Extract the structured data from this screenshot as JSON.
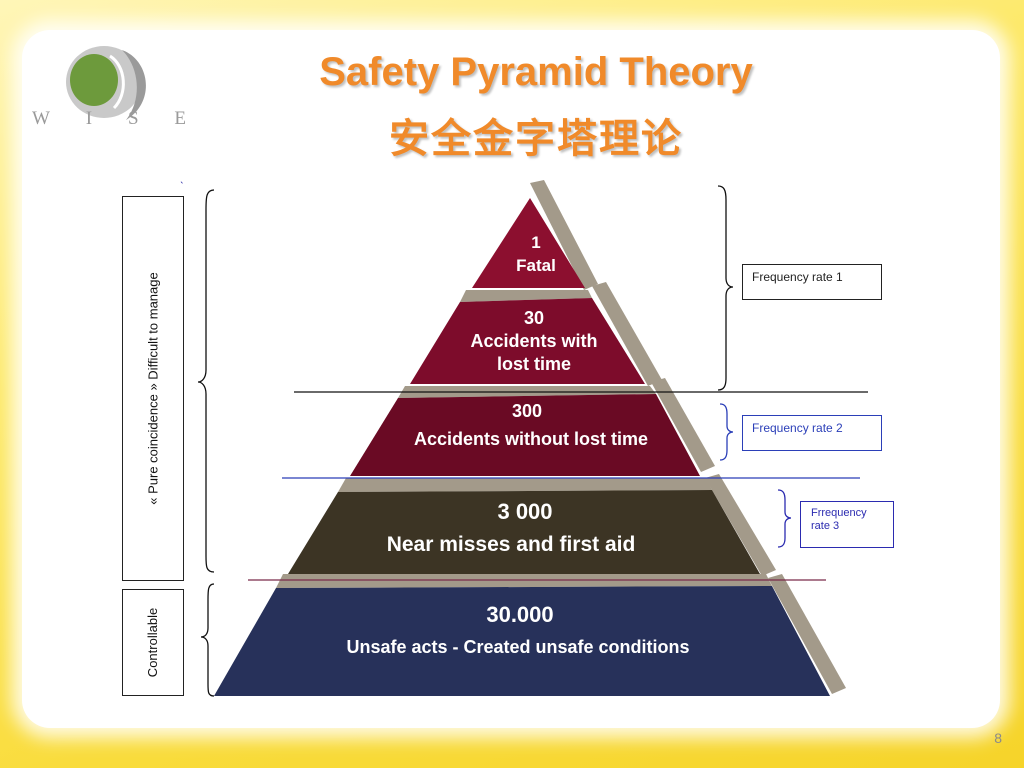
{
  "slide": {
    "title_en": "Safety Pyramid Theory",
    "title_zh": "安全金字塔理论",
    "page_number": "8",
    "mark": "ˎ"
  },
  "logo": {
    "letters": [
      "W",
      "I",
      "S",
      "E"
    ]
  },
  "pyramid": {
    "tiers": [
      {
        "number": "1",
        "label": "Fatal",
        "color": "#8c0f2f"
      },
      {
        "number": "30",
        "label_lines": [
          "Accidents with",
          "lost time"
        ],
        "color": "#7d0c2b"
      },
      {
        "number": "300",
        "label": "Accidents without lost time",
        "color": "#6a0a24"
      },
      {
        "number": "3 000",
        "label": "Near misses and first aid",
        "color": "#3c3424"
      },
      {
        "number": "30.000",
        "label": "Unsafe acts - Created unsafe conditions",
        "color": "#27315a"
      }
    ],
    "shadow_color": "#a39a8a"
  },
  "side_labels": {
    "difficult": "« Pure coincidence » Difficult to manage",
    "controllable": "Controllable"
  },
  "frequency_boxes": [
    {
      "lines": [
        "Frequency rate 1"
      ],
      "color": "#222222"
    },
    {
      "lines": [
        "Frequency rate 2"
      ],
      "color": "#2b3fb8"
    },
    {
      "lines": [
        "Frrequency",
        "rate 3"
      ],
      "color": "#2b2bb0"
    }
  ]
}
